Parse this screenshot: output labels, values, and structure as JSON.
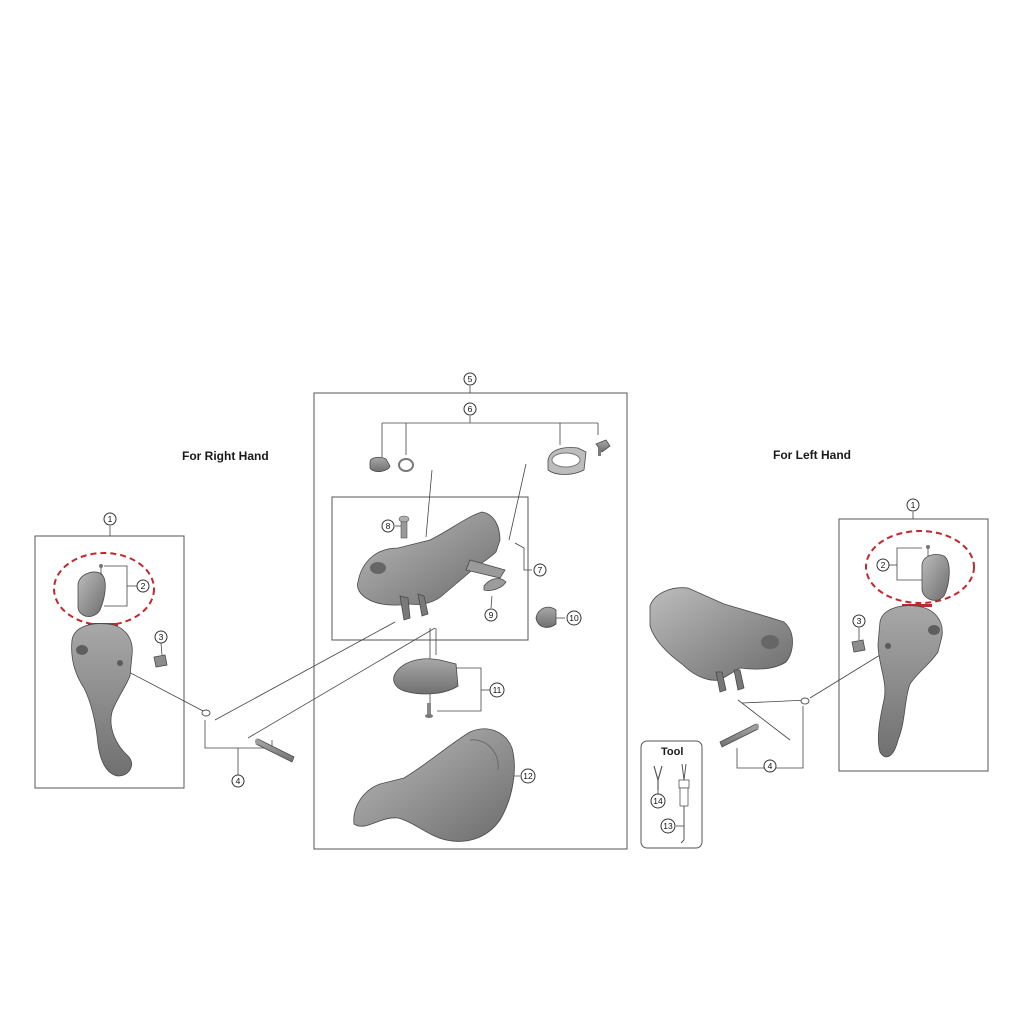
{
  "labels": {
    "right_hand": "For Right Hand",
    "left_hand": "For Left Hand",
    "tool": "Tool"
  },
  "callouts": {
    "c1": "1",
    "c2": "2",
    "c3": "3",
    "c4": "4",
    "c5": "5",
    "c6": "6",
    "c7": "7",
    "c8": "8",
    "c9": "9",
    "c10": "10",
    "c11": "11",
    "c12": "12",
    "c13": "13",
    "c14": "14"
  },
  "colors": {
    "part_fill": "#8f8f8f",
    "part_dark": "#6e6e6e",
    "part_light": "#bdbdbd",
    "highlight": "#c0282d"
  }
}
